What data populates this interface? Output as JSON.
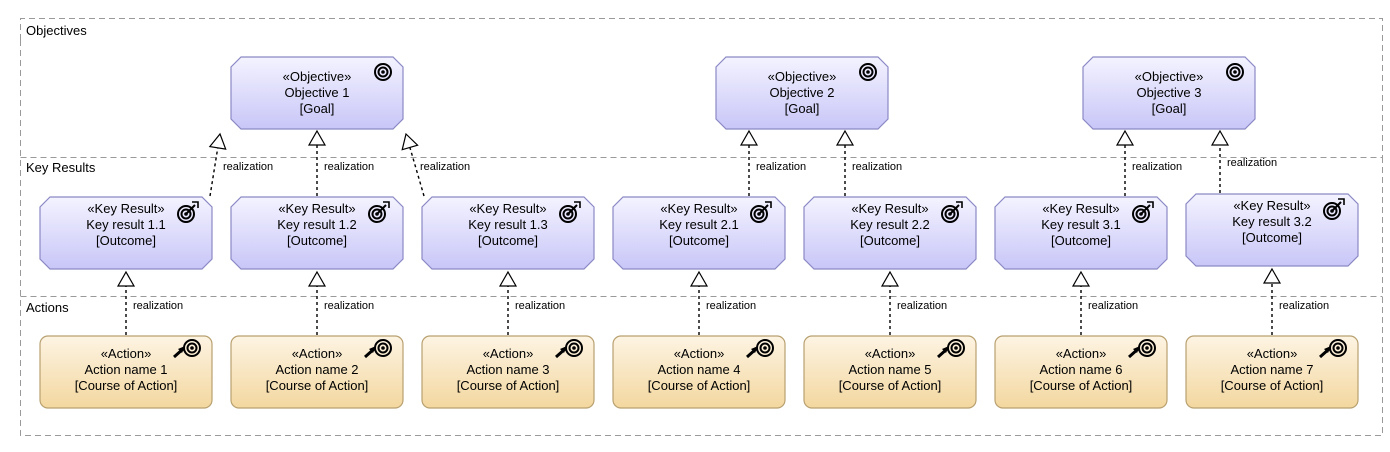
{
  "lanes": [
    {
      "label": "Objectives"
    },
    {
      "label": "Key Results"
    },
    {
      "label": "Actions"
    }
  ],
  "relation_label": "realization",
  "colors": {
    "objective_fill_top": "#f4f3ff",
    "objective_fill_bottom": "#c8c6f7",
    "objective_stroke": "#8b89c4",
    "action_fill_top": "#fdf4e3",
    "action_fill_bottom": "#f3d79f",
    "action_stroke": "#b8a070",
    "lane_border": "#9a9a9a"
  },
  "objectives": [
    {
      "stereotype": "«Objective»",
      "name": "Objective 1",
      "type": "[Goal]",
      "icon": "target-icon"
    },
    {
      "stereotype": "«Objective»",
      "name": "Objective 2",
      "type": "[Goal]",
      "icon": "target-icon"
    },
    {
      "stereotype": "«Objective»",
      "name": "Objective 3",
      "type": "[Goal]",
      "icon": "target-icon"
    }
  ],
  "key_results": [
    {
      "stereotype": "«Key Result»",
      "name": "Key result 1.1",
      "type": "[Outcome]",
      "icon": "target-arrow-icon",
      "realizes": 0
    },
    {
      "stereotype": "«Key Result»",
      "name": "Key result 1.2",
      "type": "[Outcome]",
      "icon": "target-arrow-icon",
      "realizes": 0
    },
    {
      "stereotype": "«Key Result»",
      "name": "Key result 1.3",
      "type": "[Outcome]",
      "icon": "target-arrow-icon",
      "realizes": 0
    },
    {
      "stereotype": "«Key Result»",
      "name": "Key result 2.1",
      "type": "[Outcome]",
      "icon": "target-arrow-icon",
      "realizes": 1
    },
    {
      "stereotype": "«Key Result»",
      "name": "Key result 2.2",
      "type": "[Outcome]",
      "icon": "target-arrow-icon",
      "realizes": 1
    },
    {
      "stereotype": "«Key Result»",
      "name": "Key result 3.1",
      "type": "[Outcome]",
      "icon": "target-arrow-icon",
      "realizes": 2
    },
    {
      "stereotype": "«Key Result»",
      "name": "Key result 3.2",
      "type": "[Outcome]",
      "icon": "target-arrow-icon",
      "realizes": 2
    }
  ],
  "actions": [
    {
      "stereotype": "«Action»",
      "name": "Action name 1",
      "type": "[Course of Action]",
      "icon": "course-of-action-icon",
      "realizes": 0
    },
    {
      "stereotype": "«Action»",
      "name": "Action name 2",
      "type": "[Course of Action]",
      "icon": "course-of-action-icon",
      "realizes": 1
    },
    {
      "stereotype": "«Action»",
      "name": "Action name 3",
      "type": "[Course of Action]",
      "icon": "course-of-action-icon",
      "realizes": 2
    },
    {
      "stereotype": "«Action»",
      "name": "Action name 4",
      "type": "[Course of Action]",
      "icon": "course-of-action-icon",
      "realizes": 3
    },
    {
      "stereotype": "«Action»",
      "name": "Action name 5",
      "type": "[Course of Action]",
      "icon": "course-of-action-icon",
      "realizes": 4
    },
    {
      "stereotype": "«Action»",
      "name": "Action name 6",
      "type": "[Course of Action]",
      "icon": "course-of-action-icon",
      "realizes": 5
    },
    {
      "stereotype": "«Action»",
      "name": "Action name 7",
      "type": "[Course of Action]",
      "icon": "course-of-action-icon",
      "realizes": 6
    }
  ]
}
